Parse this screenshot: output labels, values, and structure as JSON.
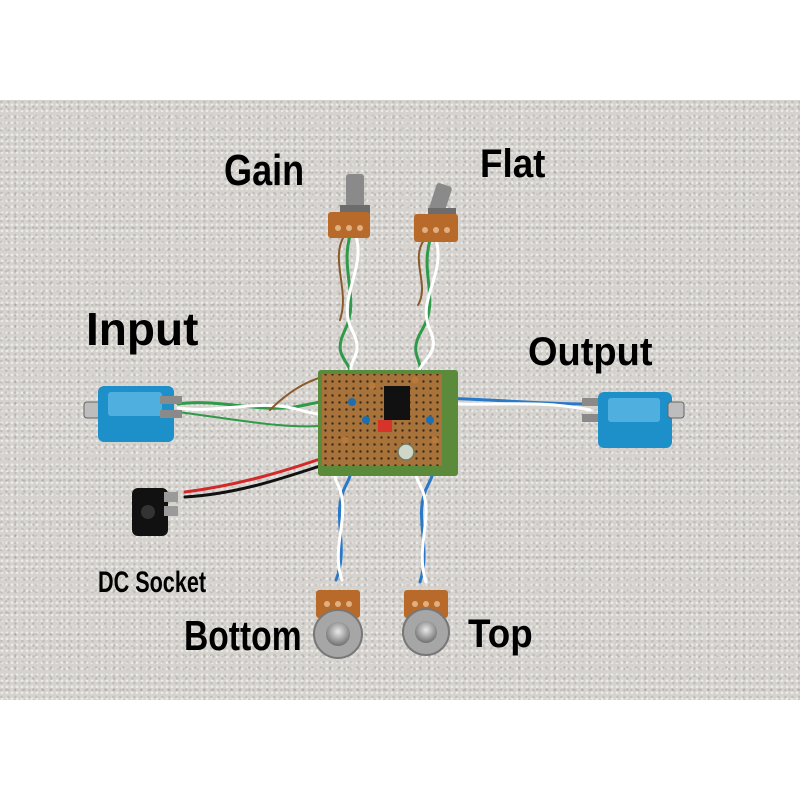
{
  "labels": {
    "gain": "Gain",
    "flat": "Flat",
    "input": "Input",
    "output": "Output",
    "dc_socket": "DC Socket",
    "bottom": "Bottom",
    "top": "Top"
  },
  "colors": {
    "backdrop": "#d6d3ce",
    "jack_blue": "#1d8fc9",
    "pot_body": "#b86a2a",
    "board": "#5b8a3a",
    "label_text": "#000000"
  }
}
